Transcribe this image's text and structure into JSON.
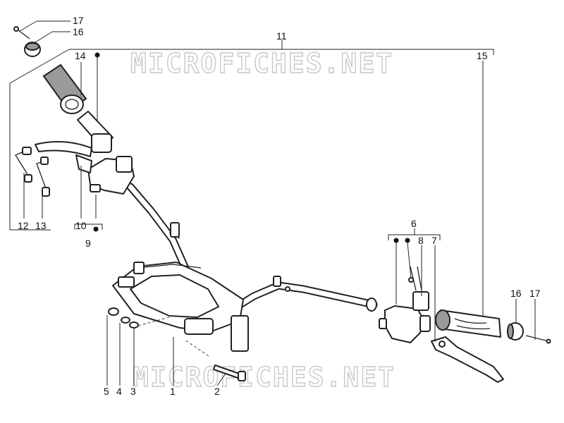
{
  "watermark": "MICROFICHES.NET",
  "callouts": {
    "c17_top": "17",
    "c16_top": "16",
    "c11": "11",
    "c14": "14",
    "c15": "15",
    "c12": "12",
    "c13": "13",
    "c10": "10",
    "c9": "9",
    "c6": "6",
    "c8": "8",
    "c7": "7",
    "c16_right": "16",
    "c17_right": "17",
    "c5": "5",
    "c4": "4",
    "c3": "3",
    "c1": "1",
    "c2": "2"
  }
}
